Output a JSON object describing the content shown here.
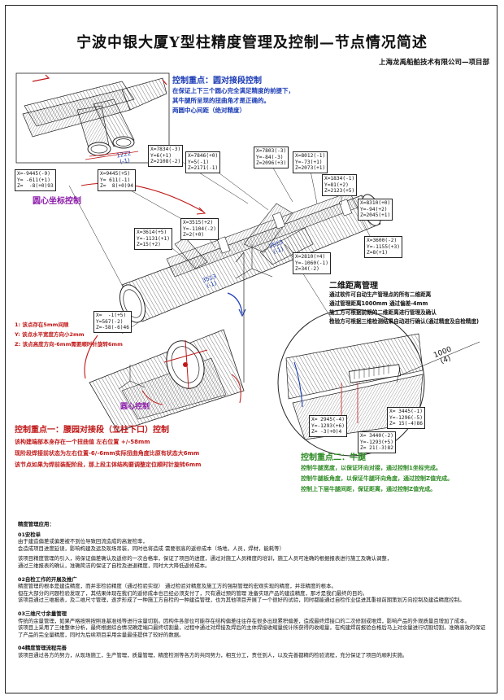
{
  "doc": {
    "title": "宁波中银大厦Y型柱精度管理及控制—节点情况简述",
    "company": "上海龙禹船舶技术有限公司—项目部"
  },
  "callouts": {
    "top_right": {
      "heading": "控制重点：圆对接段控制",
      "lines": [
        "在保证上下三个圆心完全满足精度的前提下，",
        "其牛腿所呈现的扭曲角才是正确的。",
        "两圆中心间距（绝对精度）"
      ]
    },
    "circle_center": "圆心坐标控制",
    "right_middle": {
      "heading": "二维距离管理",
      "lines": [
        "通过软件可自动生产管理点的所有二维距离",
        "通过管理距离1000mm      通过偏差-4mm",
        "施工方可根据前期的二维距离进行管理及确认",
        "检验方可根据三维检测结果自动进行确认(通过精度及自检精度)"
      ]
    },
    "left_notes": [
      "1: 该点存在5mm间隙",
      "Y: 该点水平宽度方向小2mm",
      "Z: 该点高度方向-6mm需要顺时针旋转6mm"
    ],
    "circle_control": "圆心控制",
    "lower_left": {
      "heading": "控制重点一：腰园对接段（立柱下口）控制",
      "lines": [
        "该构建端部本身存在一个扭曲值 左右位置 +/-58mm",
        "现阶段焊接前状态为左右位置-6/-6mm实际扭曲角度比原有状态大6mm",
        "该节点如果为焊前装配阶段，那上段主体结构要调整定位顺时针旋转6mm"
      ]
    },
    "lower_right": {
      "heading": "控制重点二：牛腿",
      "lines": [
        "控制牛腿宽度，以保证环向对接，通过控制1坐标完成。",
        "控制牛腿板角度，以保证牛腿环向角度，通过控制Z值完成。",
        "控制上下层牛腿间距，保证距离，通过控制Z值完成。"
      ]
    }
  },
  "coord_boxes": {
    "a": [
      "X=-9445(-9)",
      "Y= -611(+1)",
      "Z=  -8(+0)93"
    ],
    "b": [
      "X=9445(+5)",
      "Y= 611(-1)",
      "Z=  8(+0)94"
    ],
    "c": [
      "X=  -1(+5)",
      "Y=567(-2)",
      "Z=-58(-6)46"
    ],
    "d": [
      "X= 2945(-4)",
      "Y=-1293(+6)",
      "Z= -3(+0)4"
    ],
    "e": [
      "X= 3445(-1)",
      "Y=-1296(-5)",
      "Z= 15(-4)86"
    ],
    "f": [
      "X= 3440(-2)",
      "Y=-1293(+5)",
      "Z= 21(-3)82"
    ],
    "g": [
      "X=7834(-3)",
      "Y=6(+1)",
      "Z=2108(-2)"
    ],
    "h": [
      "X=7846(+0)",
      "Y=5(-1)",
      "Z=2171(-1)"
    ],
    "i": [
      "X=7803(-3)",
      "Y=-84(-3)",
      "Z=2096(+3)"
    ],
    "j": [
      "X=8012(-1)",
      "Y=-73(+1)",
      "Z=2073(+1)"
    ],
    "k": [
      "X=1834(-1)",
      "Y=81(+2)",
      "Z=2123(+5)"
    ],
    "l": [
      "X=3614(+5)",
      "Y=-1131(+1)",
      "Z=15(+2)"
    ],
    "m": [
      "X=3515(+2)",
      "Y=-1104(-2)",
      "Z=2(+0)"
    ],
    "n": [
      "X=3600(-2)",
      "Y=-1155(+3)",
      "Z=8(+1)"
    ],
    "o": [
      "X=2810(+4)",
      "Y=-1060(-1)",
      "Z=34(-2)"
    ],
    "p": [
      "X=8310(+0)",
      "Y=-94(+2)",
      "Z=2045(+1)"
    ]
  },
  "dimensions": {
    "d1": "1222",
    "d1b": "(-1)",
    "d2": "3513",
    "d2b": "(-1)",
    "d3": "3513",
    "d3b": "(-1)",
    "d4": "1000",
    "d4b": "(4)"
  },
  "notes": {
    "heading": "精度管理应用：",
    "sections": [
      {
        "title": "01安检单",
        "lines": [
          "由于建造偏差或偏差被不到位导致回流造成的高复检率，",
          "会造成项目进度延误，影响构建及运及现场吊装，同时也将造成      需要很高的返修成本（场地，人员，焊材，能耗等）",
          "该项目精度管理的引入，将保证偏差确认及返修的一次合格率，保证了项目的进度，通过对施工人员精度的培训，施工人员可准确的根据报表进行施工及确认调整，",
          "通过三维报表的确认，准确简洁的保证了自检及进退精度，同时大大降低返修成本。"
        ]
      },
      {
        "title": "02自检工作的开展及推广",
        "lines": [
          "精度管理的根本是建造精度，而并非检验精度（通过检验实现）    通过检验对精度及施工方的强制管理的宏观实现的精度，并非精度的根本。",
          "但在大部分的问题检验发现了，其结果体现在我们的返修成本也已经必须支付了，只有通过预的管理      准备实现产品的建造精度，那才是我们最终的目的。",
          "该项目通过三维报表，及二维尺寸管理，逐步形成了一种施工方自检的一种建造管理，也为其他项目开展了一个很好的试验，同时都能通过自检作业促进其重视前期策划方向控制及建造精度控制。"
        ]
      },
      {
        "title": "03三维尺寸余量管理",
        "lines": [
          "传统的余量管理，如果严格按照按照准基准线等进行余量切割。因构件各部位可能存在结构偏差往往存在很多出现累积偏差，造成最终焊接口的二次修割或堆焊，影响产品的外观质量且增加了成本。",
          "该项目上采用了三维整体分析，最终根据综合情况确定端口最终切割量，过程中通过对焊接及焊后的主体焊接收缩量统计所获得的收缩量，在构建焊前报验合格后马上对余量进行切割切割，准确高效的保证了产品的完全量精度，同时为后续项目采用余量最佳提供了较好的数据。"
        ]
      },
      {
        "title": "04精度管理流程完善",
        "lines": [
          "该项目通过各方的努力，从现场施工，生产管理，质量管理，精度检测等各方的共同努力，相互分工，责任到人，以及完善都精的检验流程，充分保证了项目的顺利实施。"
        ]
      }
    ]
  },
  "colors": {
    "accent_red": "#c01818",
    "blue": "#1a3bb5",
    "purple": "#8a18a8",
    "green": "#2d8a24"
  }
}
